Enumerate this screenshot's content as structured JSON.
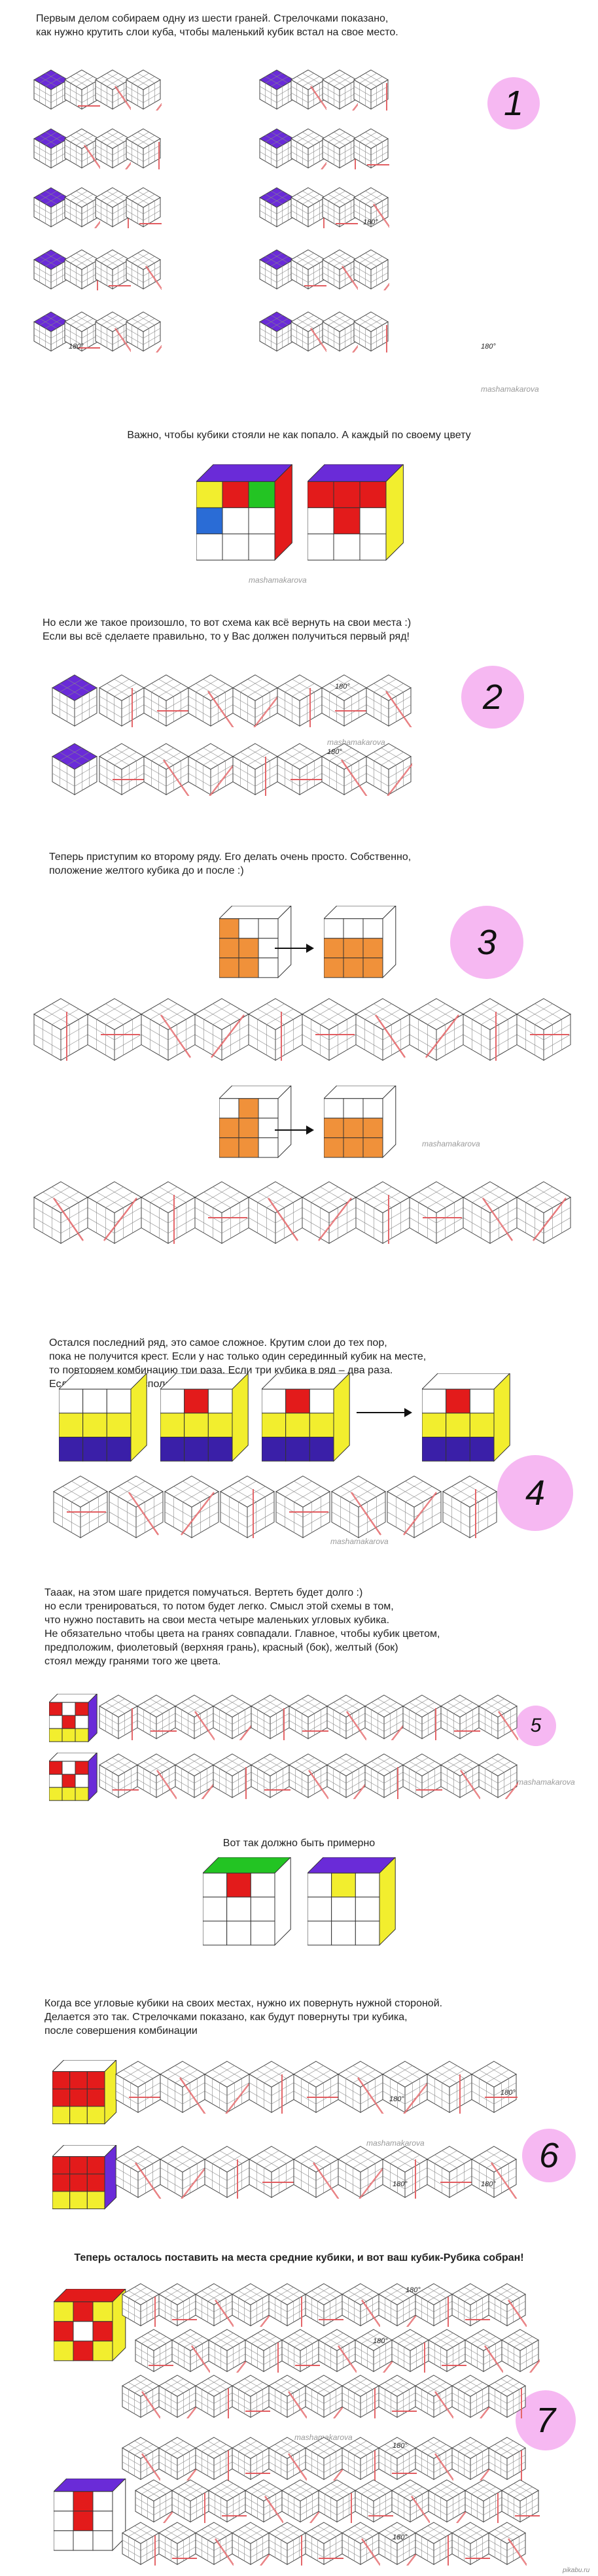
{
  "texts": {
    "intro": "Первым делом собираем одну из шести граней. Стрелочками показано,\nкак нужно крутить слои куба, чтобы маленький кубик встал на свое место.",
    "important": "Важно, чтобы кубики стояли не как попало. А каждый по своему цвету",
    "fix": "Но если же такое произошло, то вот схема как всё вернуть на свои места :)\nЕсли вы всё сделаете правильно, то у Вас должен получиться первый ряд!",
    "second_row": "Теперь приступим ко второму ряду. Его делать очень просто. Собственно,\nположение желтого кубика до и после :)",
    "last_row": "Остался последний ряд, это самое сложное. Крутим слои до тех пор,\nпока не получится крест. Если у нас только один серединный кубик на месте,\nто повторяем комбинацию три раза. Если три кубика в ряд – два раза.\nЕсли три кубика расположены",
    "corners": "Тааак, на этом шаге придется помучаться. Вертеть будет долго :)\nно если тренироваться, то потом будет легко. Смысл этой схемы в том,\nчто нужно поставить на свои места четыре маленьких угловых кубика.\nНе обязательно чтобы цвета на гранях совпадали. Главное, чтобы кубик цветом,\nпредположим, фиолетовый (верхняя грань), красный (бок), желтый (бок)\nстоял между гранями того же цвета.",
    "should_be": "Вот так должно быть примерно",
    "rotate": "Когда все угловые кубики на своих местах, нужно их повернуть нужной стороной.\nДелается это так. Стрелочками показано, как будут повернуты три кубика,\nпосле совершения комбинации",
    "final": "Теперь осталось поставить на места средние кубики, и вот ваш кубик-Рубика собран!"
  },
  "badges": [
    "1",
    "2",
    "3",
    "4",
    "5",
    "6",
    "7"
  ],
  "watermark": "mashamakarova",
  "rotation_label": "180°",
  "corner_logo": "pikabu.ru",
  "colors": {
    "purple": "#6a2bd8",
    "red": "#e31b1b",
    "yellow": "#f2ee2e",
    "green": "#23c423",
    "orange": "#f0913a",
    "blue": "#2a6cd6",
    "white": "#ffffff",
    "badge": "#f6b8f2",
    "arrow": "#d9262a"
  },
  "icons": {
    "arrow": "right-arrow-icon",
    "rotate_arrow": "rotation-arrow-icon",
    "cube": "rubik-cube-icon"
  }
}
